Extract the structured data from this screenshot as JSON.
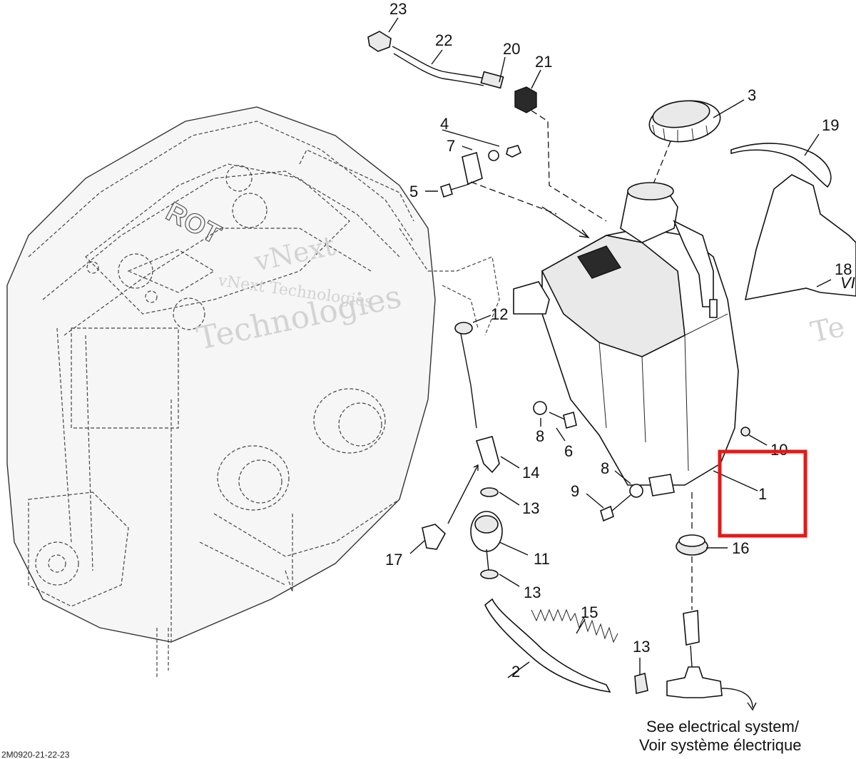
{
  "callouts": {
    "c1": "1",
    "c2": "2",
    "c3": "3",
    "c4": "4",
    "c5": "5",
    "c6": "6",
    "c7": "7",
    "c8a": "8",
    "c8b": "8",
    "c9": "9",
    "c10": "10",
    "c11": "11",
    "c12": "12",
    "c13a": "13",
    "c13b": "13",
    "c13c": "13",
    "c14": "14",
    "c15": "15",
    "c16": "16",
    "c17": "17",
    "c18": "18",
    "c19": "19",
    "c20": "20",
    "c21": "21",
    "c22": "22",
    "c23": "23"
  },
  "note": {
    "line1": "See electrical system/",
    "line2": "Voir système électrique"
  },
  "watermark": {
    "line1": "vNext Technologies",
    "line2": "Technologies",
    "line3": "vNext",
    "line4": "Te"
  },
  "engine_label": "ROT",
  "clipped_label": "VI",
  "drawing_code": "2M0920-21-22-23",
  "colors": {
    "highlight": "#e01b1b",
    "line": "#111111",
    "watermark": "#d3d3d3"
  },
  "highlighted_part": "1"
}
